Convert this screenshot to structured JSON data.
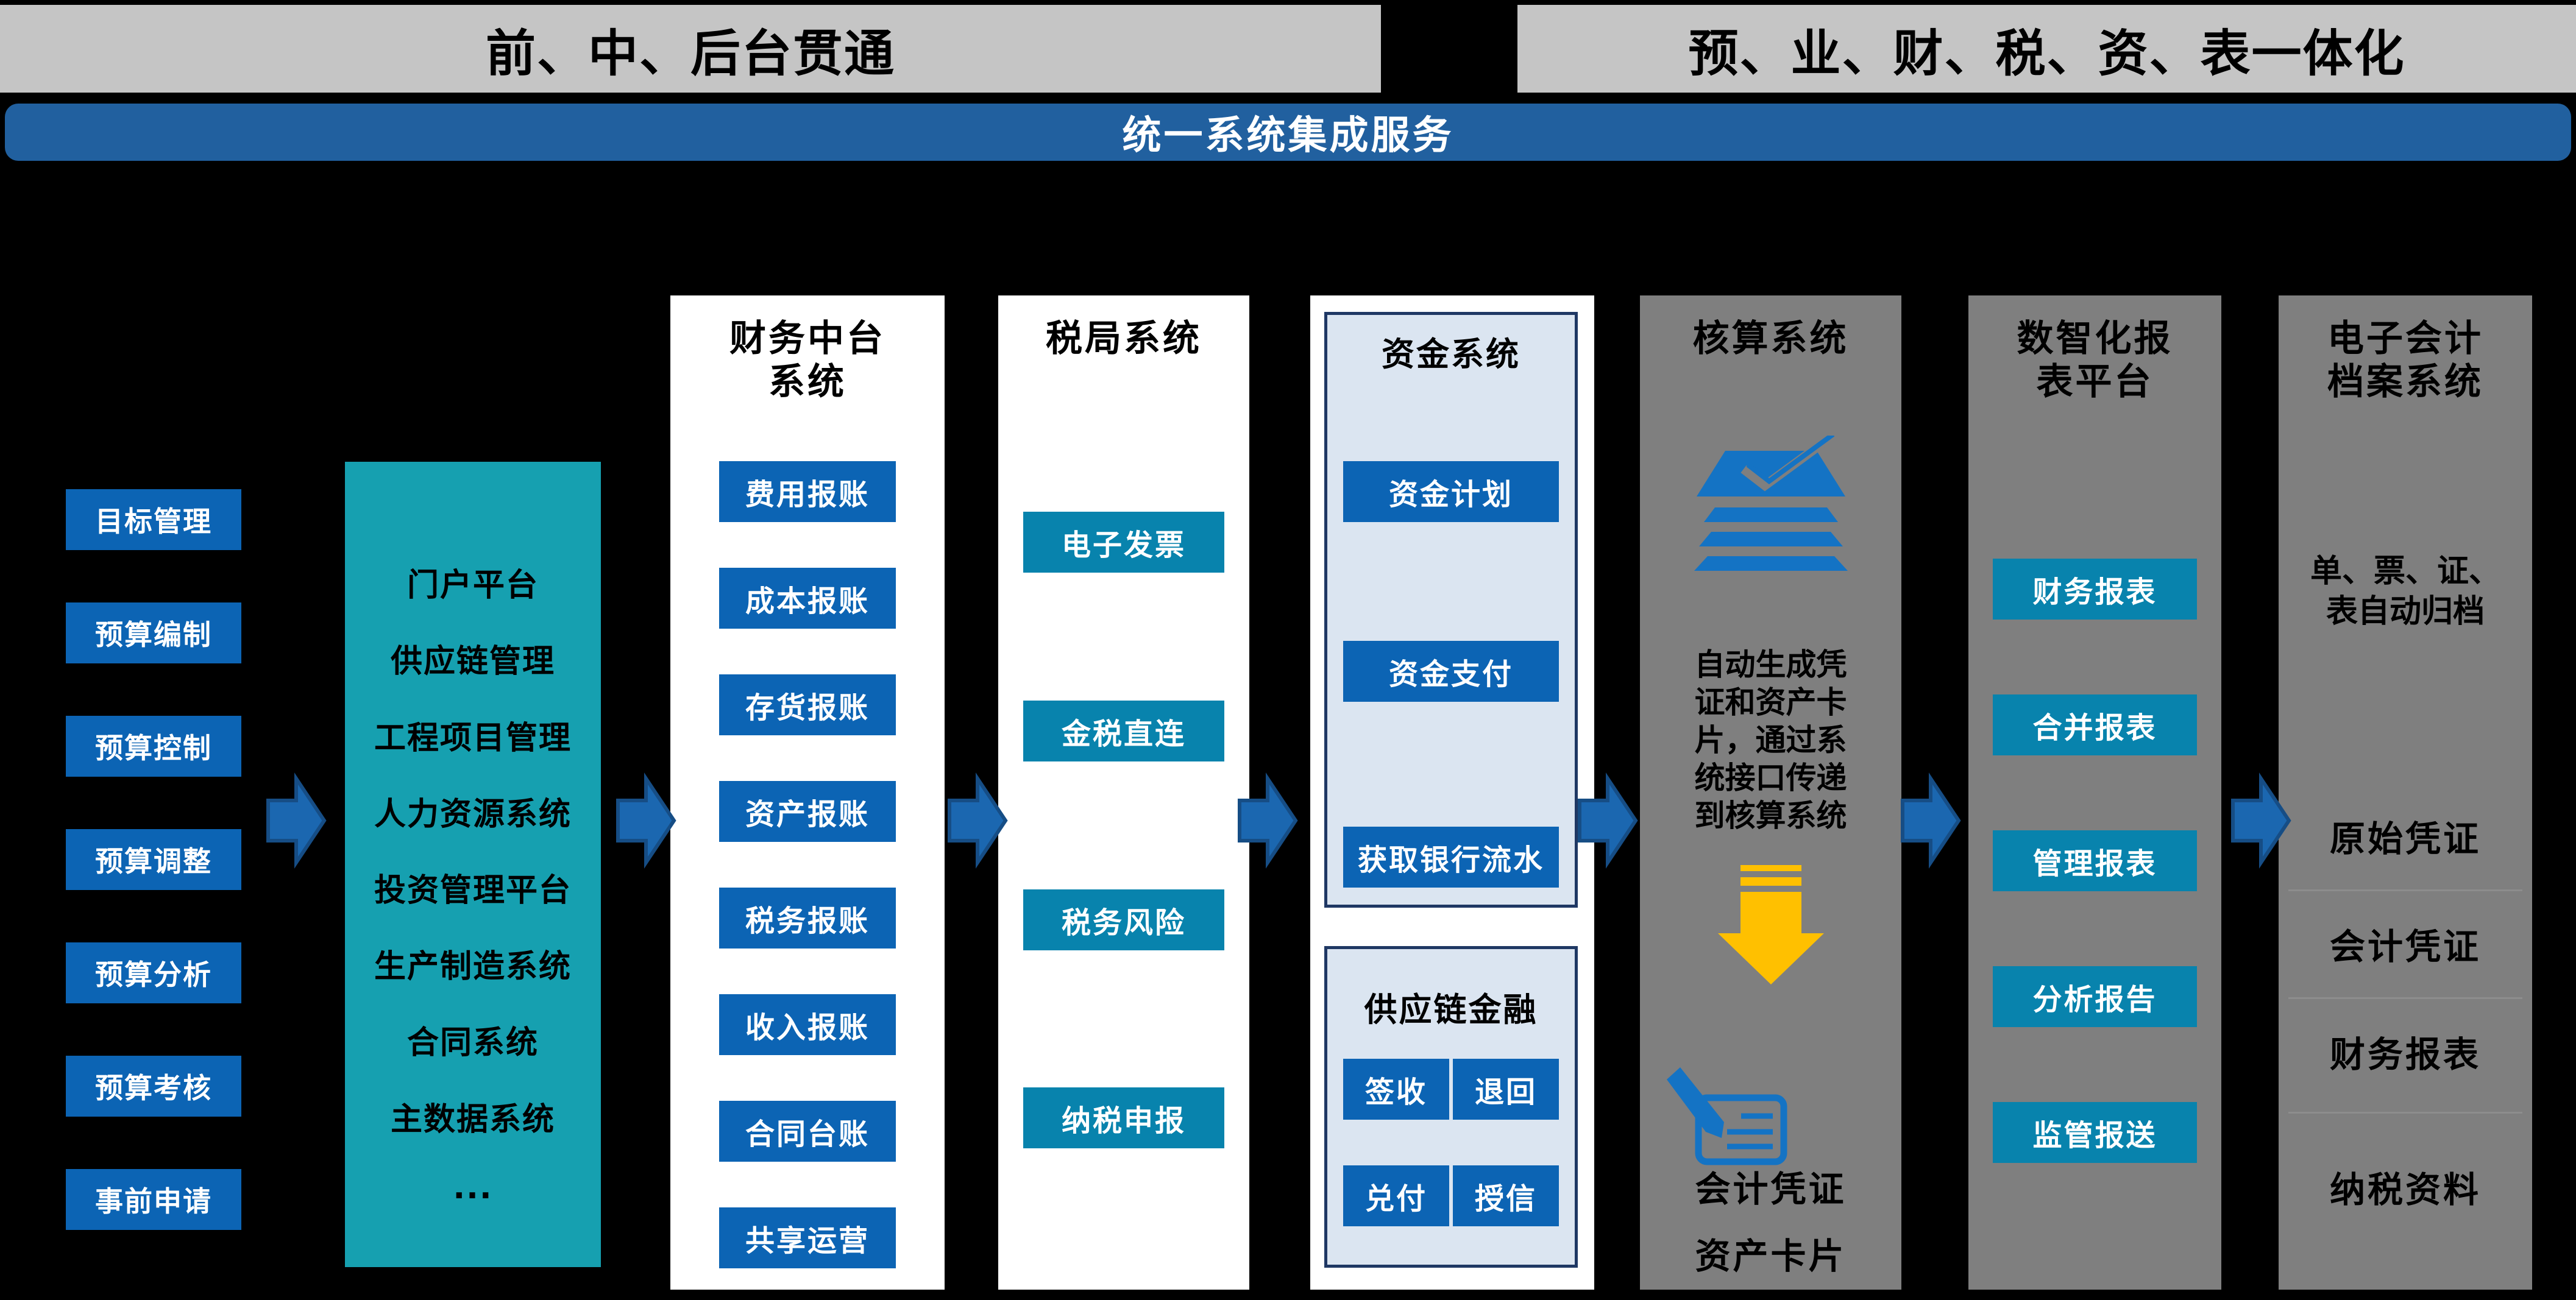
{
  "header": {
    "left_banner": "前、中、后台贯通",
    "right_banner": "预、业、财、税、资、表一体化",
    "integration_bar": "统一系统集成服务"
  },
  "budget_column": {
    "items": [
      "目标管理",
      "预算编制",
      "预算控制",
      "预算调整",
      "预算分析",
      "预算考核",
      "事前申请"
    ]
  },
  "portal_column": {
    "items": [
      "门户平台",
      "供应链管理",
      "工程项目管理",
      "人力资源系统",
      "投资管理平台",
      "生产制造系统",
      "合同系统",
      "主数据系统",
      "..."
    ]
  },
  "finance_mid_column": {
    "title": "财务中台\n系统",
    "buttons": [
      "费用报账",
      "成本报账",
      "存货报账",
      "资产报账",
      "税务报账",
      "收入报账",
      "合同台账",
      "共享运营"
    ]
  },
  "tax_bureau_column": {
    "title": "税局系统",
    "buttons": [
      "电子发票",
      "金税直连",
      "税务风险",
      "纳税申报"
    ]
  },
  "treasury_column": {
    "funds_panel": {
      "title": "资金系统",
      "buttons": [
        "资金计划",
        "资金支付",
        "获取银行流水"
      ]
    },
    "scf_panel": {
      "title": "供应链金融",
      "buttons": [
        "签收",
        "退回",
        "兑付",
        "授信"
      ]
    }
  },
  "accounting_column": {
    "title": "核算系统",
    "description": "自动生成凭\n证和资产卡\n片，通过系\n统接口传递\n到核算系统",
    "outputs": [
      "会计凭证",
      "资产卡片"
    ],
    "icons": [
      "layers-check-icon",
      "down-arrow-icon",
      "pen-document-icon"
    ]
  },
  "report_column": {
    "title": "数智化报\n表平台",
    "buttons": [
      "财务报表",
      "合并报表",
      "管理报表",
      "分析报告",
      "监管报送"
    ]
  },
  "archive_column": {
    "title": "电子会计\n档案系统",
    "note": "单、票、证、\n表自动归档",
    "items": [
      "原始凭证",
      "会计凭证",
      "财务报表",
      "纳税资料"
    ]
  },
  "colors": {
    "banner_bg": "#c5c5c5",
    "bar_blue": "#21609f",
    "primary_blue": "#0c64b4",
    "teal_box": "#16a0b0",
    "teal_button": "#0883ad",
    "panel_bg": "#dbe5f1",
    "panel_border": "#1f3864",
    "gray_column": "#7f7f7f",
    "accent_yellow": "#ffc000",
    "icon_blue": "#1473c4",
    "arrow_fill": "#1b67b0",
    "background": "#000000"
  }
}
